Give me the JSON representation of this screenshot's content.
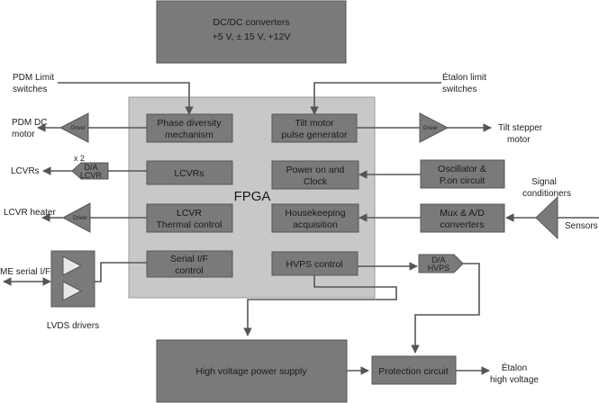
{
  "dcdc": {
    "line1": "DC/DC converters",
    "line2": "+5 V, ± 15 V, +12V"
  },
  "fpga_label": "FPGA",
  "blocks": {
    "phase_diversity": {
      "line1": "Phase diversity",
      "line2": "mechanism"
    },
    "tilt_motor": {
      "line1": "Tilt motor",
      "line2": "pulse generator"
    },
    "lcvrs": {
      "line1": "LCVRs"
    },
    "power_on": {
      "line1": "Power on and",
      "line2": "Clock"
    },
    "lcvr_thermal": {
      "line1": "LCVR",
      "line2": "Thermal control"
    },
    "housekeeping": {
      "line1": "Housekeeping",
      "line2": "acquisition"
    },
    "serial_if": {
      "line1": "Serial I/F",
      "line2": "control"
    },
    "hvps_control": {
      "line1": "HVPS control"
    },
    "oscillator": {
      "line1": "Oscillator &",
      "line2": "P.on circuit"
    },
    "mux_ad": {
      "line1": "Mux & A/D",
      "line2": "converters"
    },
    "hv_supply": {
      "line1": "High voltage power supply"
    },
    "protection": {
      "line1": "Protection circuit"
    }
  },
  "external_labels": {
    "pdm_limit": {
      "line1": "PDM Limit",
      "line2": "switches"
    },
    "etalon_limit": {
      "line1": "Étalon limit",
      "line2": "switches"
    },
    "pdm_dc": {
      "line1": "PDM DC",
      "line2": "motor"
    },
    "tilt_stepper": {
      "line1": "Tilt stepper",
      "line2": "motor"
    },
    "lcvrs_out": "LCVRs",
    "lcvr_heater": "LCVR heater",
    "me_serial": "ME serial I/F",
    "lvds_drivers": "LVDS drivers",
    "signal_cond": {
      "line1": "Signal",
      "line2": "conditioners"
    },
    "sensors": "Sensors",
    "etalon_hv": {
      "line1": "Étalon",
      "line2": "high voltage"
    },
    "x2": "x 2"
  },
  "component_labels": {
    "driver": "Driver",
    "da_lcvr": {
      "line1": "D/A",
      "line2": "LCVR"
    },
    "da_hvps": {
      "line1": "D/A",
      "line2": "HVPS"
    }
  },
  "colors": {
    "block": "#7a7a7a",
    "fpga": "#c8c8c8",
    "wire": "#555555",
    "text": "#222222"
  }
}
